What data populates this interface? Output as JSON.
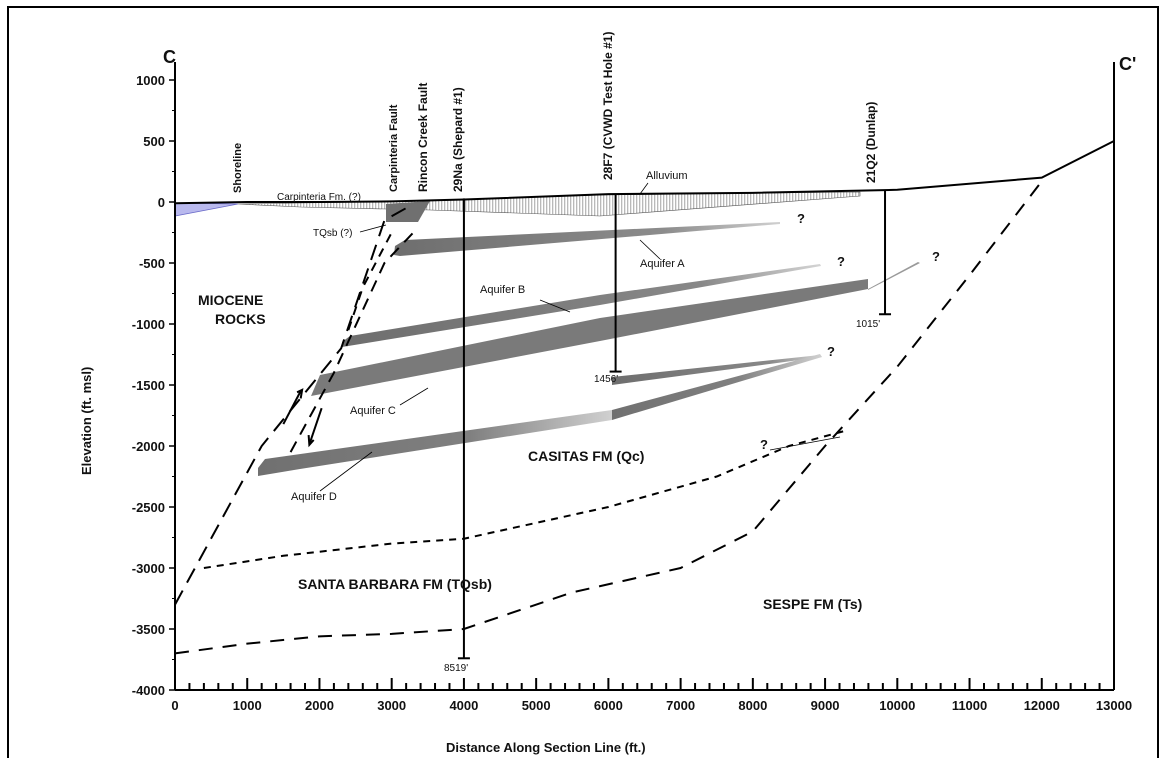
{
  "section": {
    "start_label": "C",
    "end_label": "C'"
  },
  "axes": {
    "y_label": "Elevation (ft. msl)",
    "x_label": "Distance Along Section Line (ft.)",
    "y_ticks": [
      "1000",
      "500",
      "0",
      "-500",
      "-1000",
      "-1500",
      "-2000",
      "-2500",
      "-3000",
      "-3500",
      "-4000"
    ],
    "x_ticks": [
      "0",
      "1000",
      "2000",
      "3000",
      "4000",
      "5000",
      "6000",
      "7000",
      "8000",
      "9000",
      "10000",
      "11000",
      "12000",
      "13000"
    ]
  },
  "formations": {
    "miocene_line1": "MIOCENE",
    "miocene_line2": "ROCKS",
    "casitas": "CASITAS FM (Qc)",
    "santa_barbara": "SANTA BARBARA FM (TQsb)",
    "sespe": "SESPE FM (Ts)"
  },
  "labels": {
    "shoreline": "Shoreline",
    "carpinteria_fm": "Carpinteria Fm. (?)",
    "carpinteria_fault": "Carpinteria Fault",
    "rincon_fault": "Rincon Creek Fault",
    "tqsb": "TQsb (?)",
    "alluvium": "Alluvium"
  },
  "aquifers": [
    "Aquifer A",
    "Aquifer B",
    "Aquifer C",
    "Aquifer D"
  ],
  "wells": [
    {
      "name": "29Na (Shepard #1)",
      "depth": "8519'"
    },
    {
      "name": "28F7 (CVWD Test Hole #1)",
      "depth": "1456'"
    },
    {
      "name": "21Q2 (Dunlap)",
      "depth": "1015'"
    }
  ],
  "question_mark": "?",
  "colors": {
    "ocean": "#b9b9ee",
    "aquifer_dark": "#7a7a7a",
    "aquifer_light": "#c6c6c6",
    "ink": "#000000"
  }
}
